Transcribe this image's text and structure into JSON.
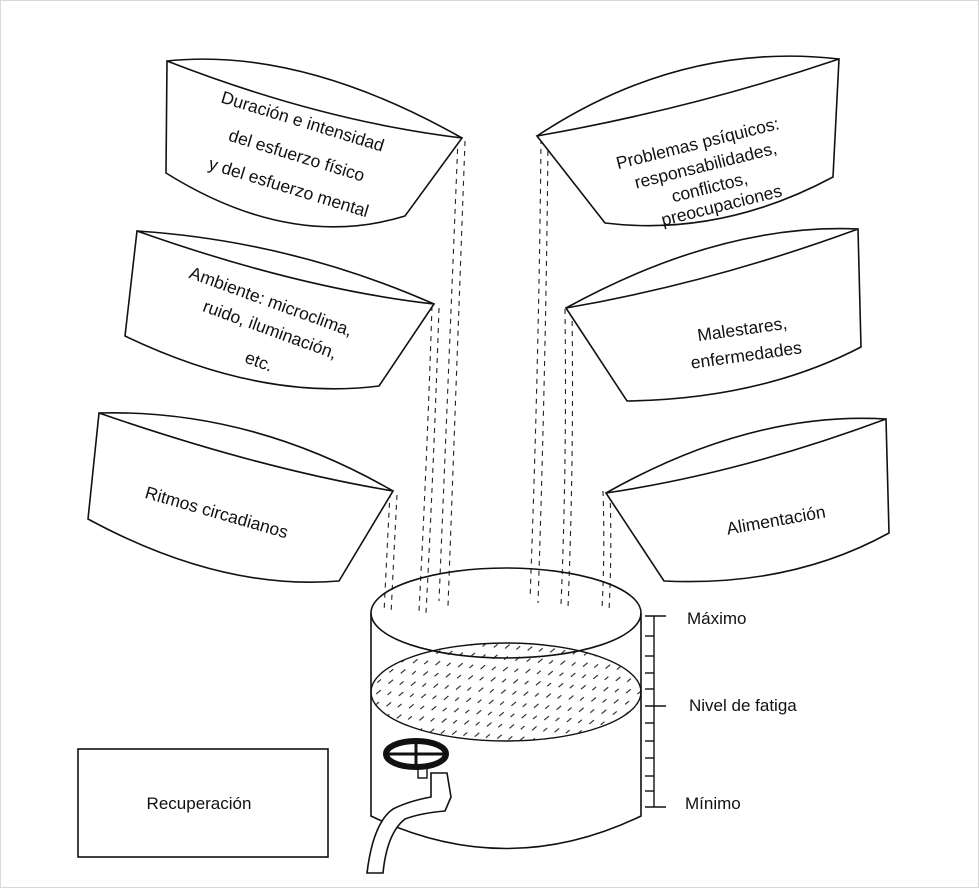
{
  "buckets": {
    "effort": {
      "line1": "Duración e intensidad",
      "line2": "del esfuerzo físico",
      "line3": "y del esfuerzo mental"
    },
    "psychic": {
      "line1": "Problemas psíquicos:",
      "line2": "responsabilidades,",
      "line3": "conflictos,",
      "line4": "preocupaciones"
    },
    "environment": {
      "line1": "Ambiente: microclima,",
      "line2": "ruido, iluminación,",
      "line3": "etc."
    },
    "illness": {
      "line1": "Malestares,",
      "line2": "enfermedades"
    },
    "circadian": {
      "line1": "Ritmos circadianos"
    },
    "food": {
      "line1": "Alimentación"
    }
  },
  "scale": {
    "max": "Máximo",
    "mid": "Nivel de fatiga",
    "min": "Mínimo"
  },
  "recovery": {
    "label": "Recuperación"
  }
}
